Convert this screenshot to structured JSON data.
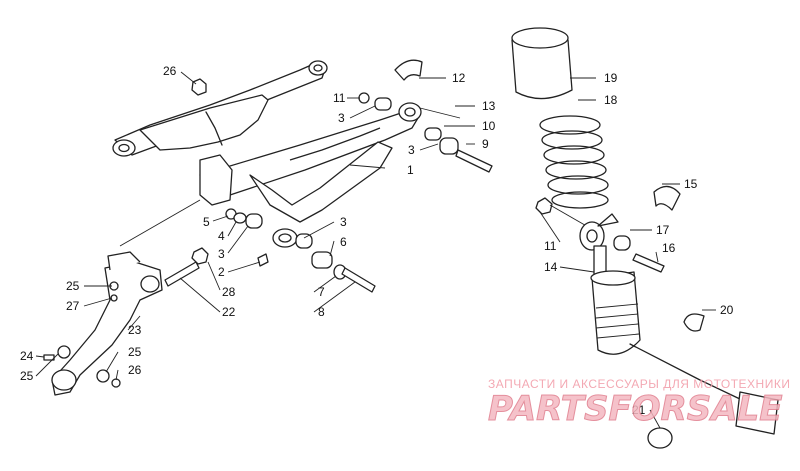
{
  "diagram": {
    "callouts": {
      "c1": "1",
      "c2": "2",
      "c3a": "3",
      "c3b": "3",
      "c3c": "3",
      "c3d": "3",
      "c4": "4",
      "c5": "5",
      "c6": "6",
      "c7": "7",
      "c8": "8",
      "c9": "9",
      "c10": "10",
      "c11a": "11",
      "c11b": "11",
      "c12": "12",
      "c13": "13",
      "c14": "14",
      "c15": "15",
      "c16": "16",
      "c17": "17",
      "c18": "18",
      "c19": "19",
      "c20": "20",
      "c21": "21",
      "c22": "22",
      "c23": "23",
      "c24": "24",
      "c25a": "25",
      "c25b": "25",
      "c25c": "25",
      "c26a": "26",
      "c26b": "26",
      "c27": "27",
      "c28": "28"
    }
  },
  "watermark": {
    "tagline": "ЗАПЧАСТИ И АКСЕССУАРЫ ДЛЯ МОТОТЕХНИКИ",
    "brand": "PARTSFORSALE",
    "color": "#e07c8c"
  }
}
